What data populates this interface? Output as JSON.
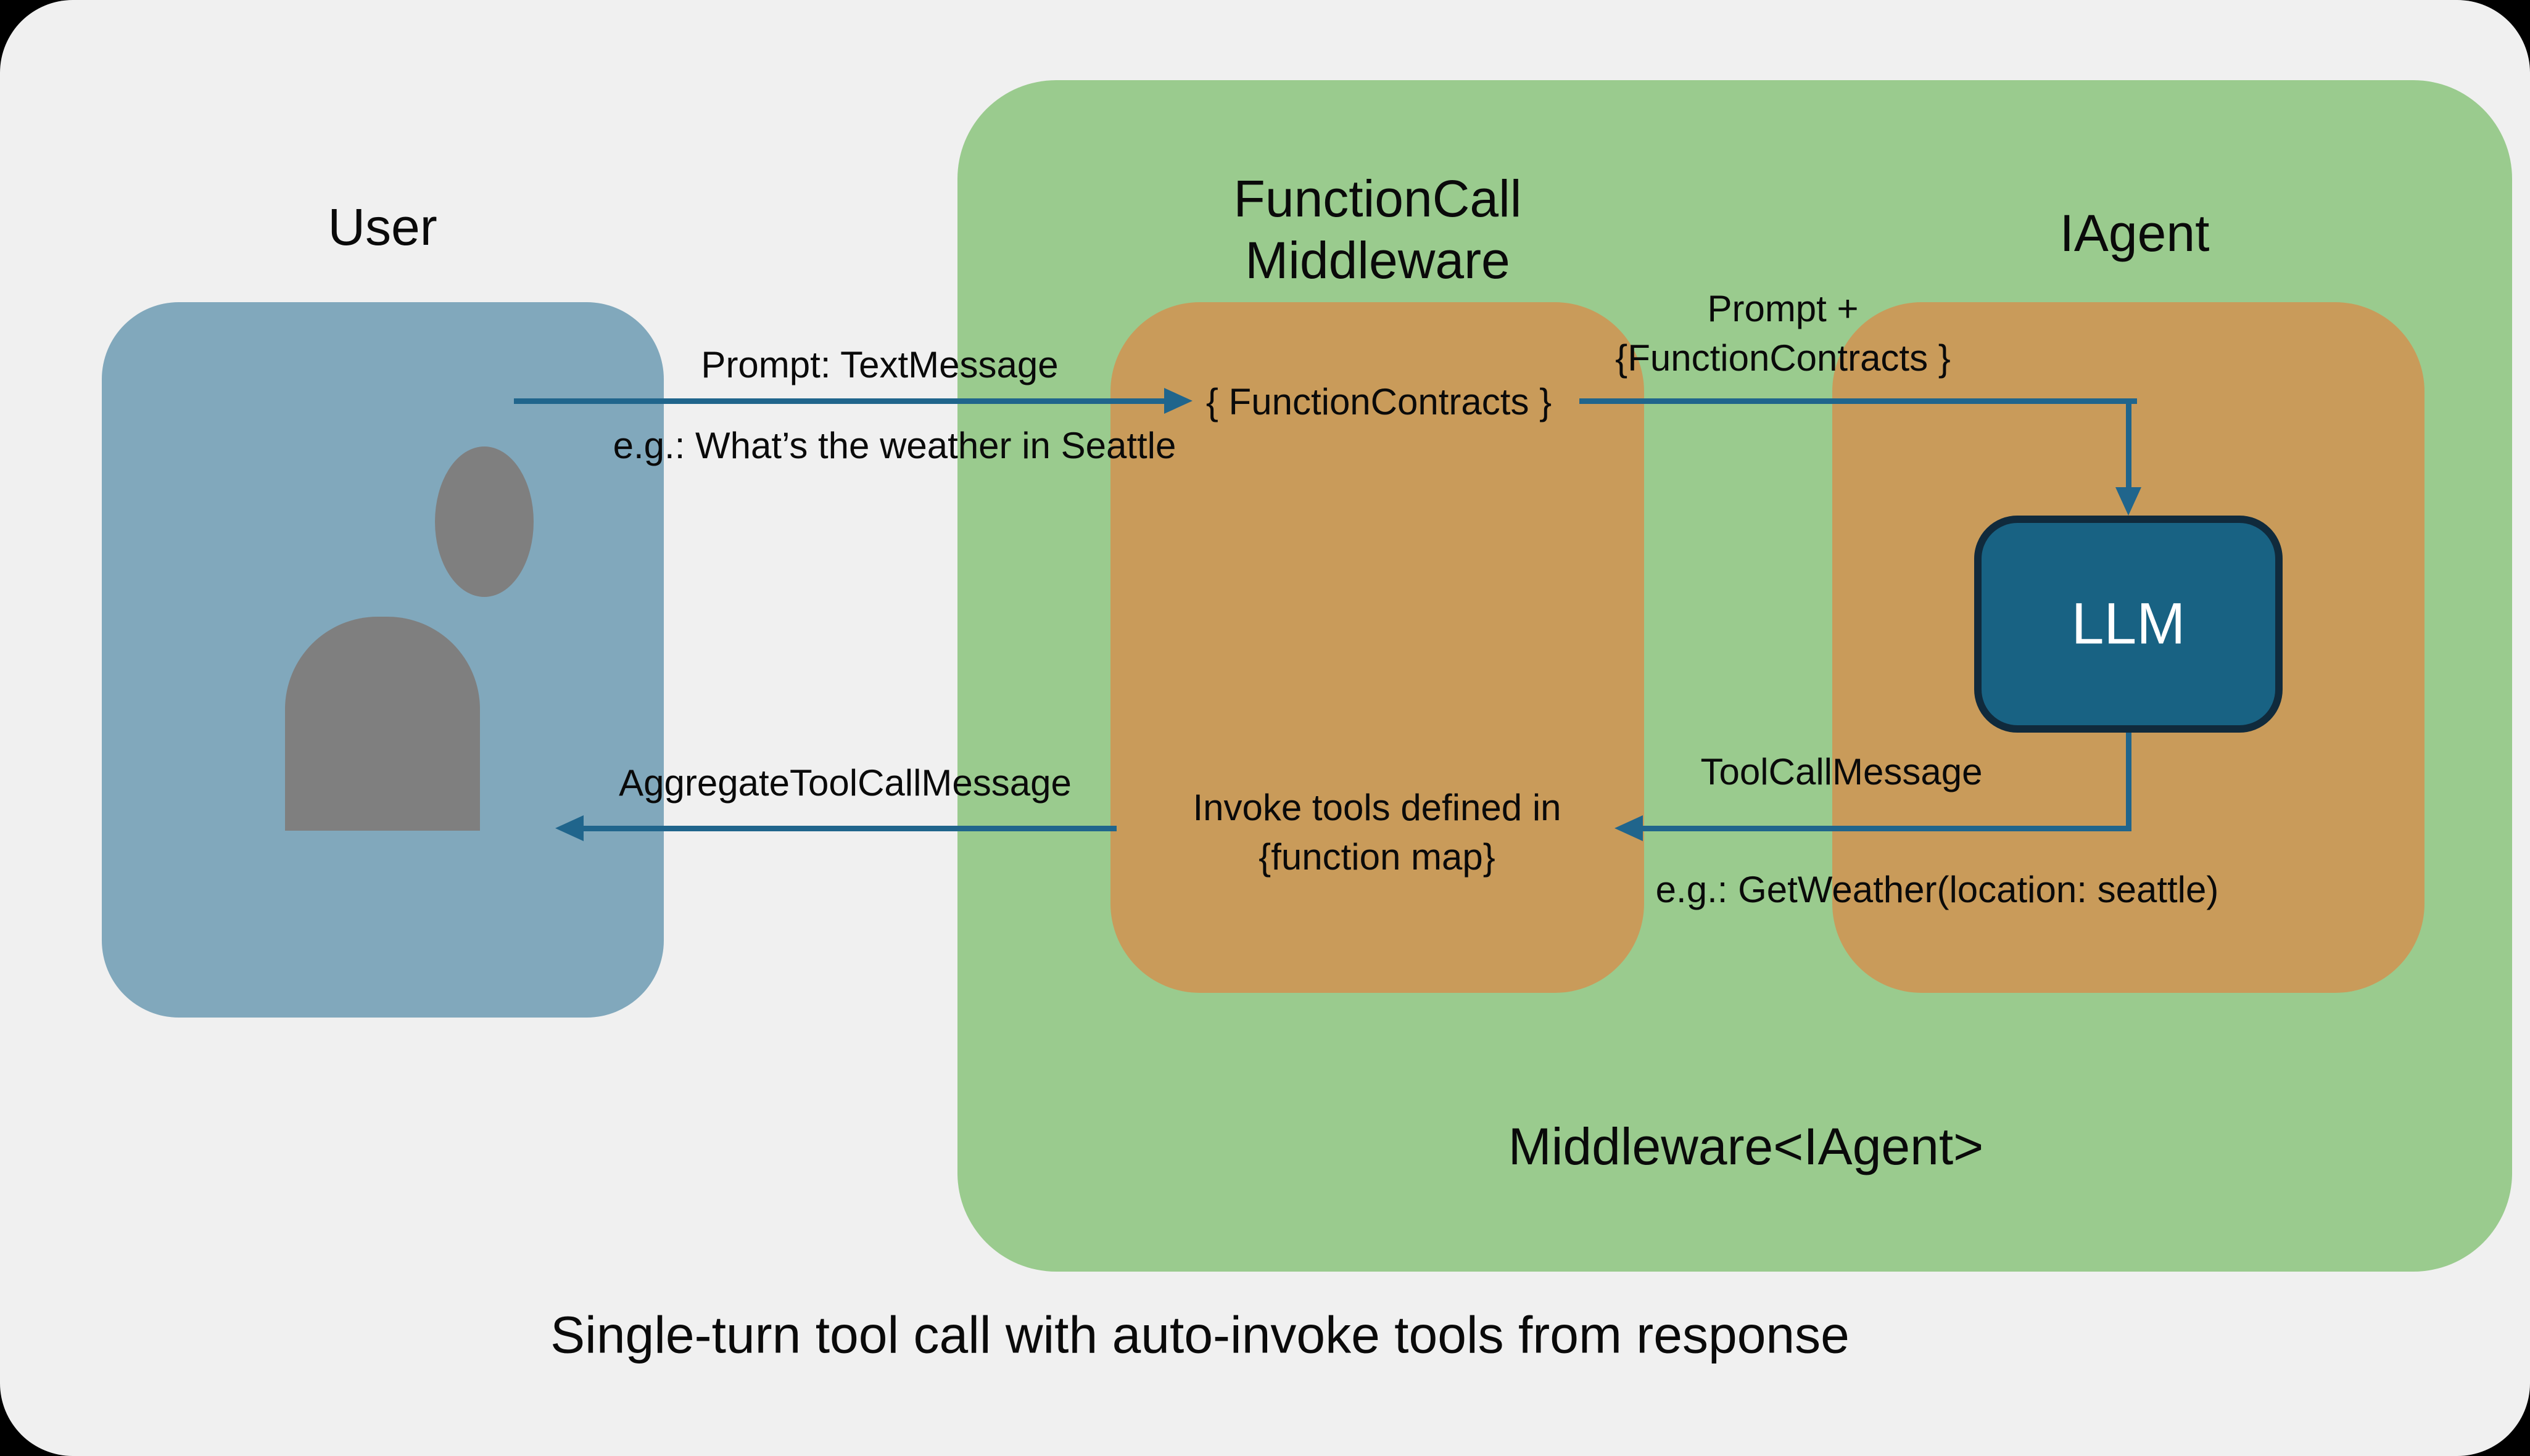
{
  "diagram": {
    "caption": "Single-turn tool call with auto-invoke tools from response"
  },
  "nodes": {
    "user": {
      "title": "User"
    },
    "middleware_container": {
      "label": "Middleware<IAgent>"
    },
    "function_call_middleware": {
      "title": "FunctionCall\nMiddleware",
      "contracts_label": "{ FunctionContracts }",
      "invoke_label": "Invoke tools defined in\n{function map}"
    },
    "iagent": {
      "title": "IAgent",
      "llm_label": "LLM"
    }
  },
  "arrows": {
    "prompt": {
      "label": "Prompt: TextMessage",
      "example": "e.g.: What’s the weather in Seattle"
    },
    "prompt_with_contracts": {
      "label": "Prompt +\n{FunctionContracts }"
    },
    "tool_call": {
      "label": "ToolCallMessage",
      "example": "e.g.: GetWeather(location: seattle)"
    },
    "aggregate_tool_call": {
      "label": "AggregateToolCallMessage"
    }
  },
  "icons": {
    "person": "person-icon"
  },
  "colors": {
    "page_bg": "#000000",
    "canvas_bg": "#F0F0F0",
    "user_box": "#81A8BC",
    "green": "#9ACB8E",
    "orange": "#C99B5A",
    "llm_fill": "#186283",
    "llm_border": "#102A3C",
    "arrow": "#20658C",
    "icon_gray": "#7F7F7F",
    "text": "#0A0A0A"
  }
}
